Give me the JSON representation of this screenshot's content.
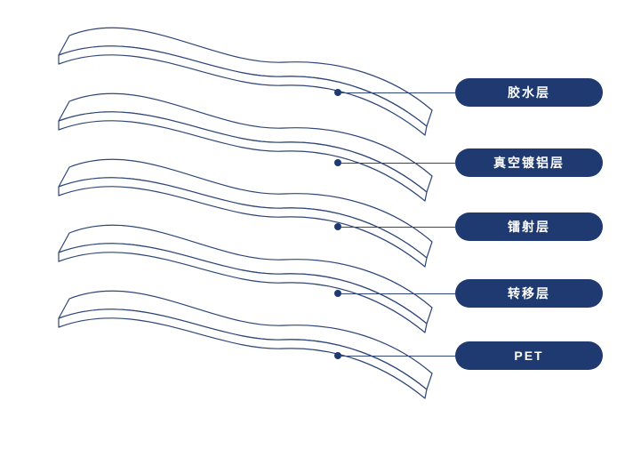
{
  "diagram": {
    "description": "stacked-film-layer-structure",
    "colors": {
      "pill": "#1e3a70",
      "outline": "#2e4678",
      "background": "#ffffff"
    },
    "layers": [
      {
        "label": "胶水层"
      },
      {
        "label": "真空镀铝层"
      },
      {
        "label": "镭射层"
      },
      {
        "label": "转移层"
      },
      {
        "label": "PET"
      }
    ]
  }
}
